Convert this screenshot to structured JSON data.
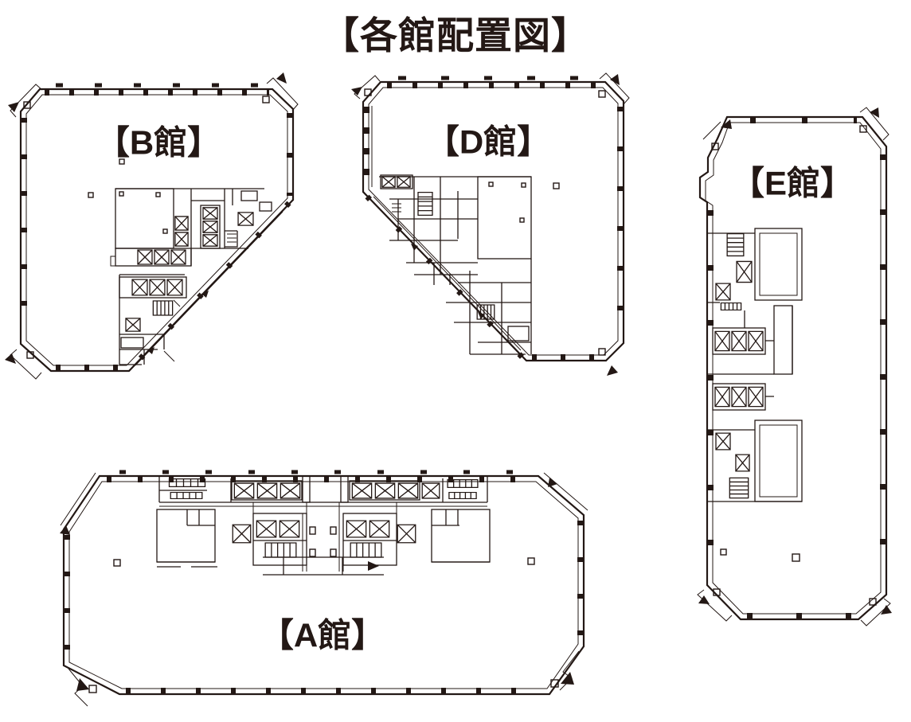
{
  "title": "【各館配置図】",
  "buildings": [
    {
      "id": "b",
      "label": "【B館】"
    },
    {
      "id": "d",
      "label": "【D館】"
    },
    {
      "id": "e",
      "label": "【E館】"
    },
    {
      "id": "a",
      "label": "【A館】"
    }
  ],
  "colors": {
    "line": "#231815",
    "background": "#ffffff"
  }
}
